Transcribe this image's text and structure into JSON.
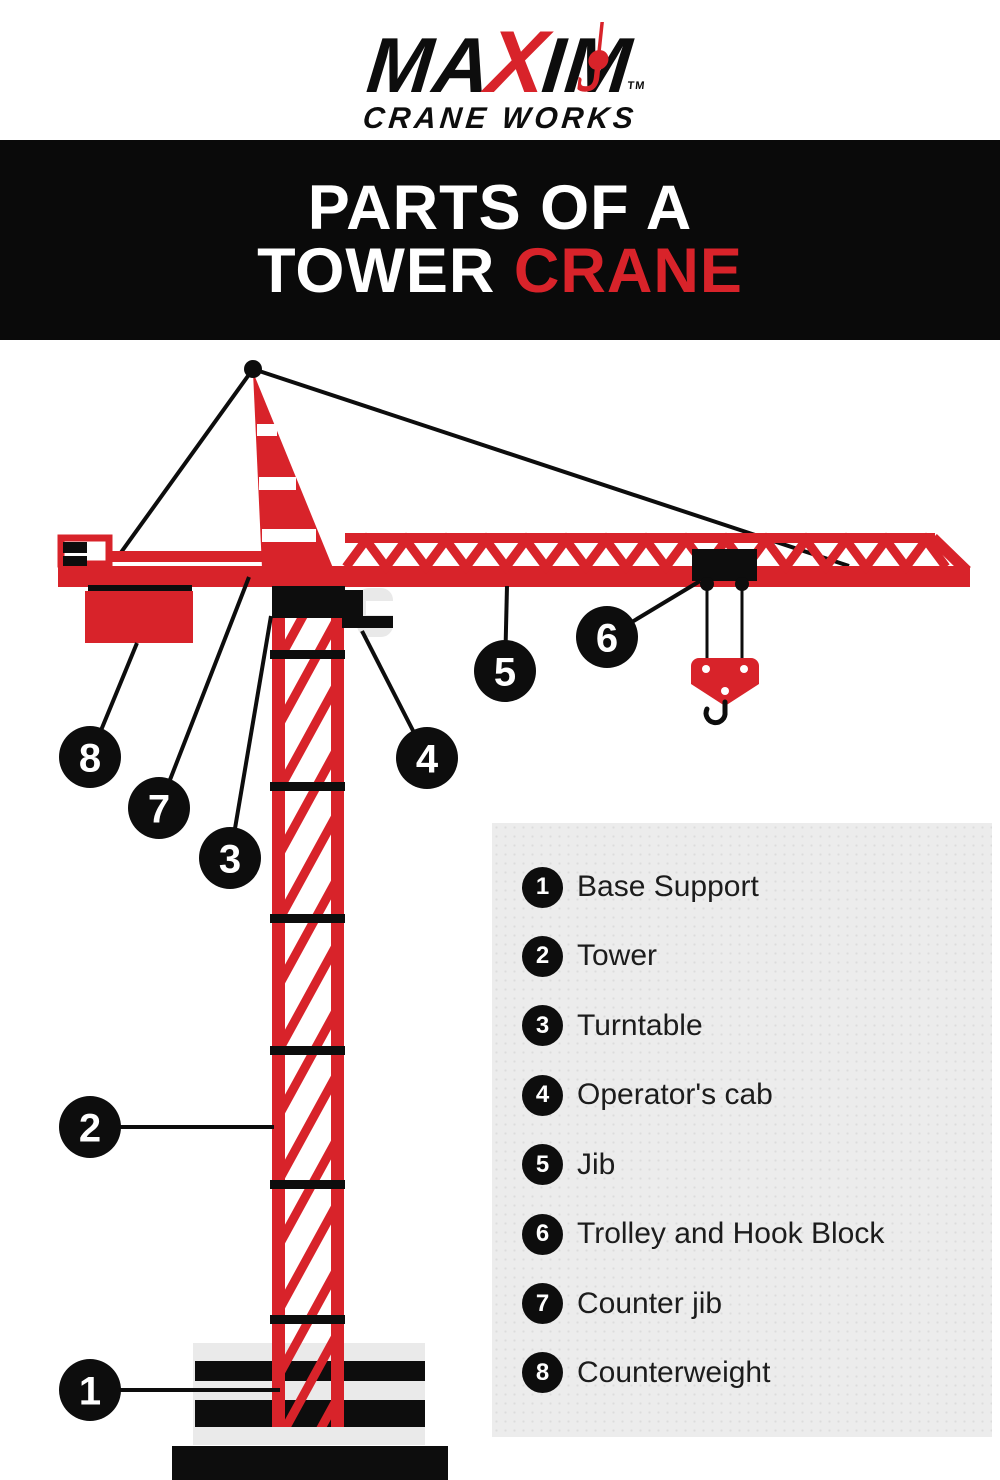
{
  "logo": {
    "word_part1": "MA",
    "word_x": "X",
    "word_part2": "IM",
    "trademark": "TM",
    "tagline": "CRANE WORKS"
  },
  "banner": {
    "title_line1": "PARTS OF A",
    "title_line2_white": "TOWER ",
    "title_line2_red": "CRANE"
  },
  "diagram": {
    "callouts": [
      {
        "num": "1"
      },
      {
        "num": "2"
      },
      {
        "num": "3"
      },
      {
        "num": "4"
      },
      {
        "num": "5"
      },
      {
        "num": "6"
      },
      {
        "num": "7"
      },
      {
        "num": "8"
      }
    ]
  },
  "legend": {
    "items": [
      {
        "num": "1",
        "label": "Base Support"
      },
      {
        "num": "2",
        "label": "Tower"
      },
      {
        "num": "3",
        "label": "Turntable"
      },
      {
        "num": "4",
        "label": "Operator's cab"
      },
      {
        "num": "5",
        "label": "Jib"
      },
      {
        "num": "6",
        "label": "Trolley and Hook Block"
      },
      {
        "num": "7",
        "label": "Counter jib"
      },
      {
        "num": "8",
        "label": "Counterweight"
      }
    ]
  },
  "colors": {
    "red": "#d8232a",
    "black": "#0d0d0d",
    "banner_bg": "#0a0a0a",
    "legend_bg": "#ececec",
    "base_pad": "#eaeaea",
    "cab_window": "#e9e9e9"
  }
}
